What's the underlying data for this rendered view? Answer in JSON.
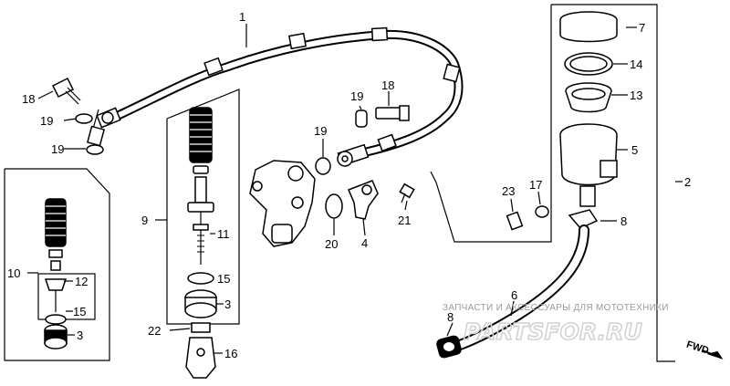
{
  "watermark": {
    "caption": "ЗАПЧАСТИ И АКСЕССУАРЫ ДЛЯ МОТОТЕХНИКИ",
    "logo": "PARTSFOR.RU"
  },
  "direction": {
    "label": "FWD"
  },
  "callouts": {
    "n1": "1",
    "n2": "2",
    "n3a": "3",
    "n3b": "3",
    "n4": "4",
    "n5": "5",
    "n6": "6",
    "n7": "7",
    "n8a": "8",
    "n8b": "8",
    "n9": "9",
    "n10": "10",
    "n11": "11",
    "n12": "12",
    "n13": "13",
    "n14": "14",
    "n15a": "15",
    "n15b": "15",
    "n16": "16",
    "n17": "17",
    "n18a": "18",
    "n18b": "18",
    "n19a": "19",
    "n19b": "19",
    "n19c": "19",
    "n19d": "19",
    "n20": "20",
    "n21": "21",
    "n22": "22",
    "n23": "23"
  }
}
